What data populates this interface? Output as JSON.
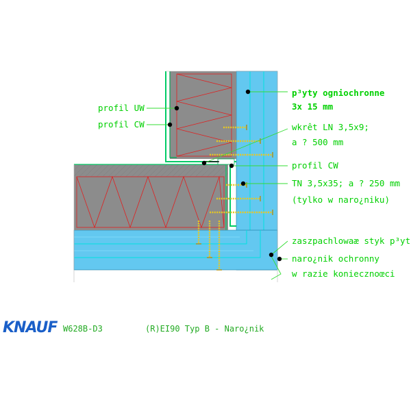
{
  "drawing": {
    "labels": {
      "profil_uw": "profil UW",
      "profil_cw_left": "profil CW",
      "plyty_line1": "p³yty ogniochronne",
      "plyty_line2": "3x 15 mm",
      "wkret_line1": "wkrêt LN 3,5x9;",
      "wkret_line2": "a ? 500 mm",
      "profil_cw_right": "profil CW",
      "tn_line1": "TN 3,5x35; a ? 250 mm",
      "tn_line2": "(tylko w naro¿niku)",
      "zaszpachlowac": "zaszpachlowaæ styk p³yt",
      "naroznik_line1": "naro¿nik ochronny",
      "naroznik_line2": "w razie koniecznoœci"
    },
    "colors": {
      "board": "#63c8f0",
      "insulation": "#8c8c8c",
      "accent_line": "#00e0e0",
      "screw": "#e8c820",
      "insulation_pattern": "#e02020",
      "leader": "#33dd33"
    }
  },
  "footer": {
    "logo": "KNAUF",
    "code": "W628B-D3",
    "title": "(R)EI90 Typ B - Naro¿nik"
  }
}
